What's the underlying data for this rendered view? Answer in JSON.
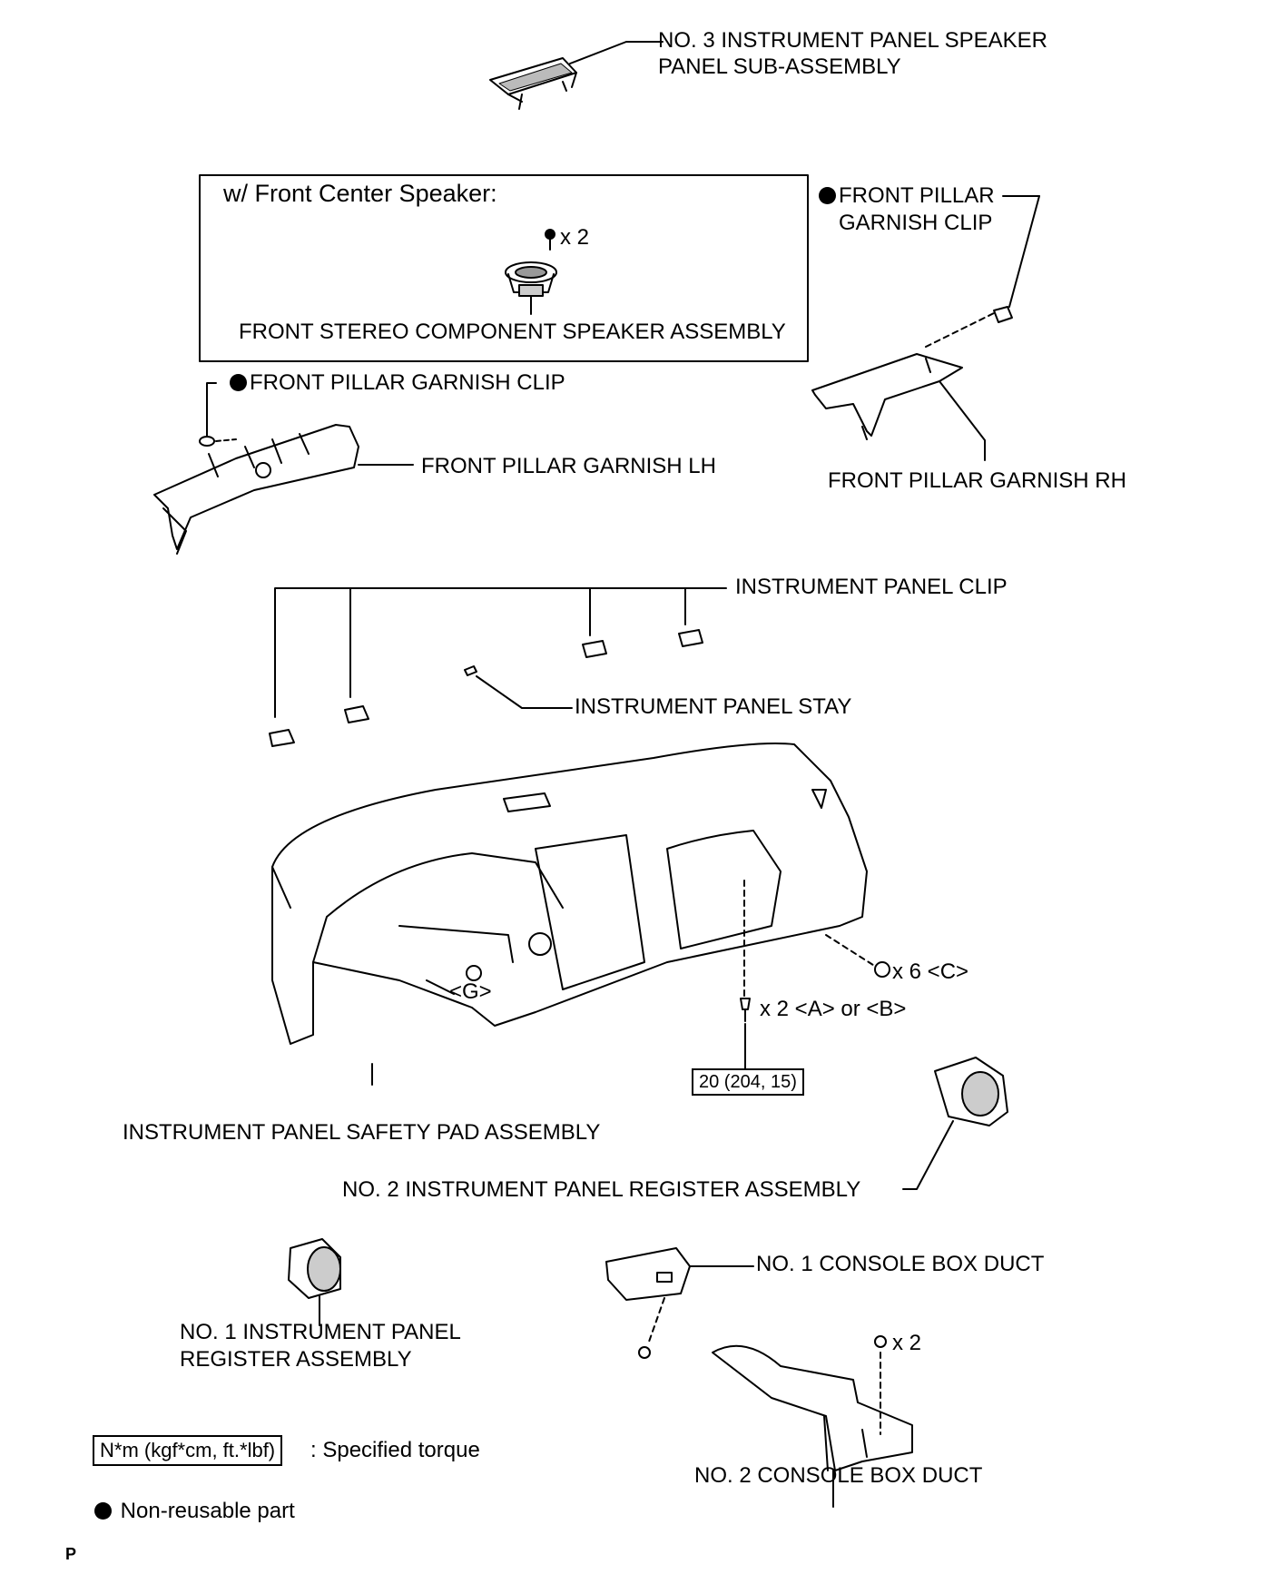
{
  "inset": {
    "title": "w/ Front Center Speaker:",
    "qty": "x 2",
    "speaker_label": "FRONT STEREO COMPONENT SPEAKER ASSEMBLY"
  },
  "parts": {
    "speaker_panel": "NO. 3 INSTRUMENT PANEL SPEAKER",
    "speaker_panel_2": "PANEL SUB-ASSEMBLY",
    "clip_rh_1": "FRONT PILLAR",
    "clip_rh_2": "GARNISH CLIP",
    "clip_lh": "FRONT PILLAR GARNISH CLIP",
    "garnish_lh": "FRONT PILLAR GARNISH LH",
    "garnish_rh": "FRONT PILLAR GARNISH RH",
    "panel_clip": "INSTRUMENT PANEL CLIP",
    "panel_stay": "INSTRUMENT PANEL STAY",
    "safety_pad": "INSTRUMENT PANEL SAFETY PAD ASSEMBLY",
    "register_no2": "NO. 2 INSTRUMENT PANEL REGISTER ASSEMBLY",
    "register_no1_1": "NO. 1 INSTRUMENT PANEL",
    "register_no1_2": "REGISTER ASSEMBLY",
    "console_duct_1": "NO. 1 CONSOLE BOX DUCT",
    "console_duct_2": "NO. 2 CONSOLE BOX DUCT"
  },
  "callouts": {
    "screw_c": "x 6 <C>",
    "screw_ab": "x 2 <A> or <B>",
    "nut_g": "<G>",
    "torque": "20 (204, 15)",
    "duct_qty": "x 2"
  },
  "legend": {
    "torque_box": "N*m (kgf*cm, ft.*lbf)",
    "torque_text": ": Specified torque",
    "nonreusable": "Non-reusable part"
  },
  "page_mark": "P"
}
